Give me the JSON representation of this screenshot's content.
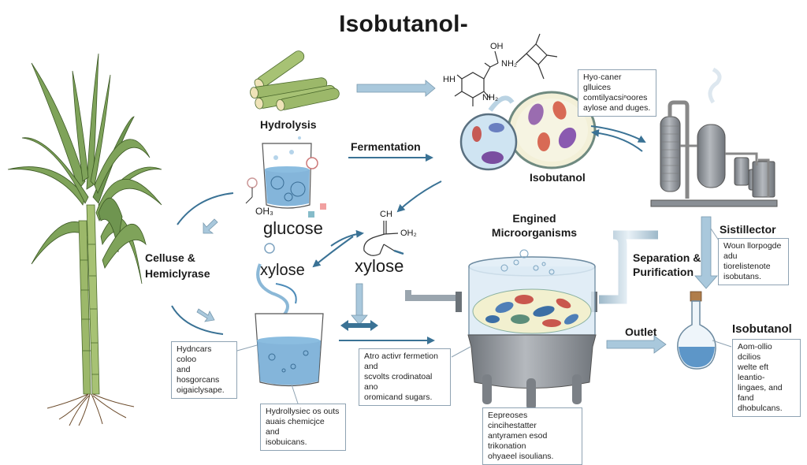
{
  "title": "Isobutanol-",
  "labels": {
    "hydrolysis": "Hydrolysis",
    "fermentation": "Fermentation",
    "glucose": "glucose",
    "xylose_left": "xylose",
    "xylose_mid": "xylose",
    "celluse_line1": "Celluse &",
    "celluse_line2": "Hemiclyrase",
    "isobutanol_cells": "Isobutanol",
    "engineered_line1": "Engined",
    "engineered_line2": "Microorganisms",
    "separation_line1": "Separation &",
    "separation_line2": "Purification",
    "sistillector": "Sistillector",
    "outlet": "Outlet",
    "isobutanol_product": "Isobutanol"
  },
  "chemistry": {
    "top_oh": "OH",
    "top_nh2": "NH₂",
    "top_hh": "HH",
    "ring_nh2": "NH₂",
    "glucose_oh3": "OH₃",
    "xylose_ch": "CH",
    "xylose_oh2": "OH₂"
  },
  "notes": {
    "top_right": [
      "Hyo·caner glluices",
      "comtilyacsiⁿoores",
      "aylose and duges."
    ],
    "left_box": [
      "Hydncars coloo",
      "and hosgorcans",
      "oigaiclysape."
    ],
    "beaker_box": [
      "Hydrollysiec os outs",
      "auais chemicjce and",
      "isobuicans."
    ],
    "ferment_box": [
      "Atro activr fermetion and",
      "scvolts crodinatoal ano",
      "oromicand sugars."
    ],
    "reactor_box": [
      "Eepreoses cincihestatter",
      "antyramen esod trikonation",
      "ohyaeel isoulians."
    ],
    "sistillector_box": [
      "Woun llorpogde",
      "adu tiorelistenote",
      "isobutans."
    ],
    "product_box": [
      "Aom-ollio dcilios",
      "welte eft leantio-",
      "lingaes, and fand",
      "dhobulcans."
    ]
  },
  "colors": {
    "arrow_dark": "#3a7295",
    "arrow_light": "#a9c8dc",
    "leaf_green": "#7fa35a",
    "stalk_green": "#9cb86a",
    "liquid_blue": "#6ea8d4",
    "steel": "#8a8f95",
    "note_border": "#8fa3b3"
  }
}
